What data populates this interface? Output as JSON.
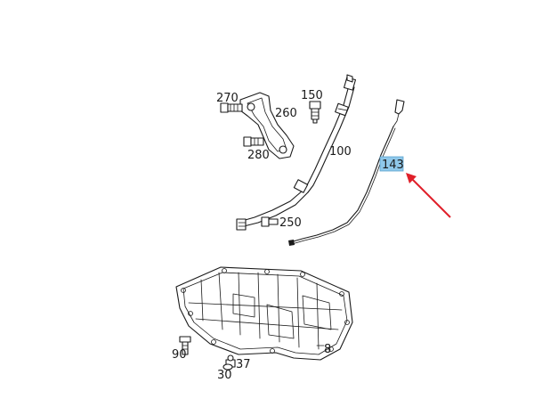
{
  "diagram": {
    "callouts": [
      {
        "id": "270",
        "label": "270"
      },
      {
        "id": "260",
        "label": "260"
      },
      {
        "id": "150",
        "label": "150"
      },
      {
        "id": "100",
        "label": "100"
      },
      {
        "id": "280",
        "label": "280"
      },
      {
        "id": "250",
        "label": "250"
      },
      {
        "id": "143",
        "label": "143",
        "highlighted": true
      },
      {
        "id": "90",
        "label": "90"
      },
      {
        "id": "37",
        "label": "37"
      },
      {
        "id": "30",
        "label": "30"
      },
      {
        "id": "8",
        "label": "8"
      }
    ],
    "colors": {
      "line": "#1a1a1a",
      "highlight_box": "#8fc8ea",
      "arrow": "#e0202a",
      "background": "#ffffff"
    }
  }
}
